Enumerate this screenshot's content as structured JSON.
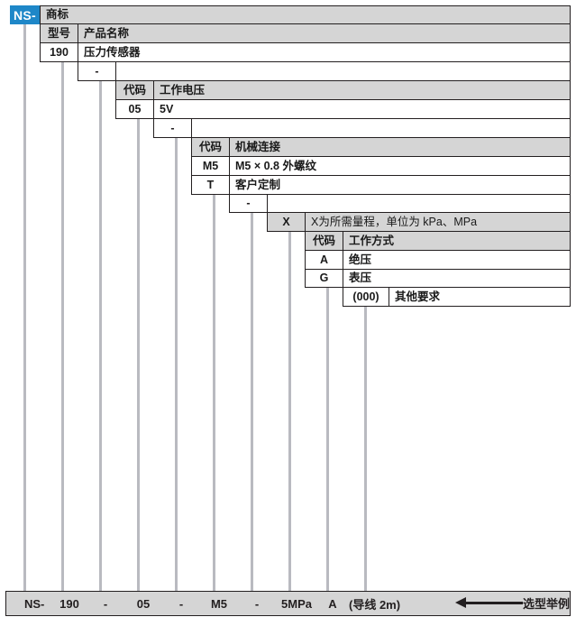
{
  "diagram": {
    "title_code": "NS-",
    "brand_label": "商标",
    "levels": [
      {
        "id": "model",
        "code_header": "型号",
        "desc_header": "产品名称",
        "rows": [
          {
            "code": "190",
            "desc": "压力传感器"
          }
        ],
        "separator": "-"
      },
      {
        "id": "voltage",
        "code_header": "代码",
        "desc_header": "工作电压",
        "rows": [
          {
            "code": "05",
            "desc": "5V"
          }
        ],
        "separator": "-"
      },
      {
        "id": "mechanical",
        "code_header": "代码",
        "desc_header": "机械连接",
        "rows": [
          {
            "code": "M5",
            "desc": "M5 × 0.8 外螺纹"
          },
          {
            "code": "T",
            "desc": "客户定制"
          }
        ],
        "separator": "-"
      },
      {
        "id": "range",
        "code": "X",
        "note": "X为所需量程，单位为 kPa、MPa"
      },
      {
        "id": "workmode",
        "code_header": "代码",
        "desc_header": "工作方式",
        "rows": [
          {
            "code": "A",
            "desc": "绝压"
          },
          {
            "code": "G",
            "desc": "表压"
          }
        ]
      },
      {
        "id": "other",
        "code": "(000)",
        "desc": "其他要求"
      }
    ]
  },
  "example": {
    "parts": [
      {
        "text": "NS-"
      },
      {
        "text": "190"
      },
      {
        "text": "-"
      },
      {
        "text": "05"
      },
      {
        "text": "-"
      },
      {
        "text": "M5"
      },
      {
        "text": "-"
      },
      {
        "text": "5MPa"
      },
      {
        "text": "A"
      },
      {
        "text": "(导线 2m)"
      }
    ],
    "annotation": "选型举例"
  },
  "colors": {
    "brand_blue": "#1e87c8",
    "header_gray": "#d5d5d5",
    "line_gray": "#b9bac0",
    "border": "#231f20"
  }
}
